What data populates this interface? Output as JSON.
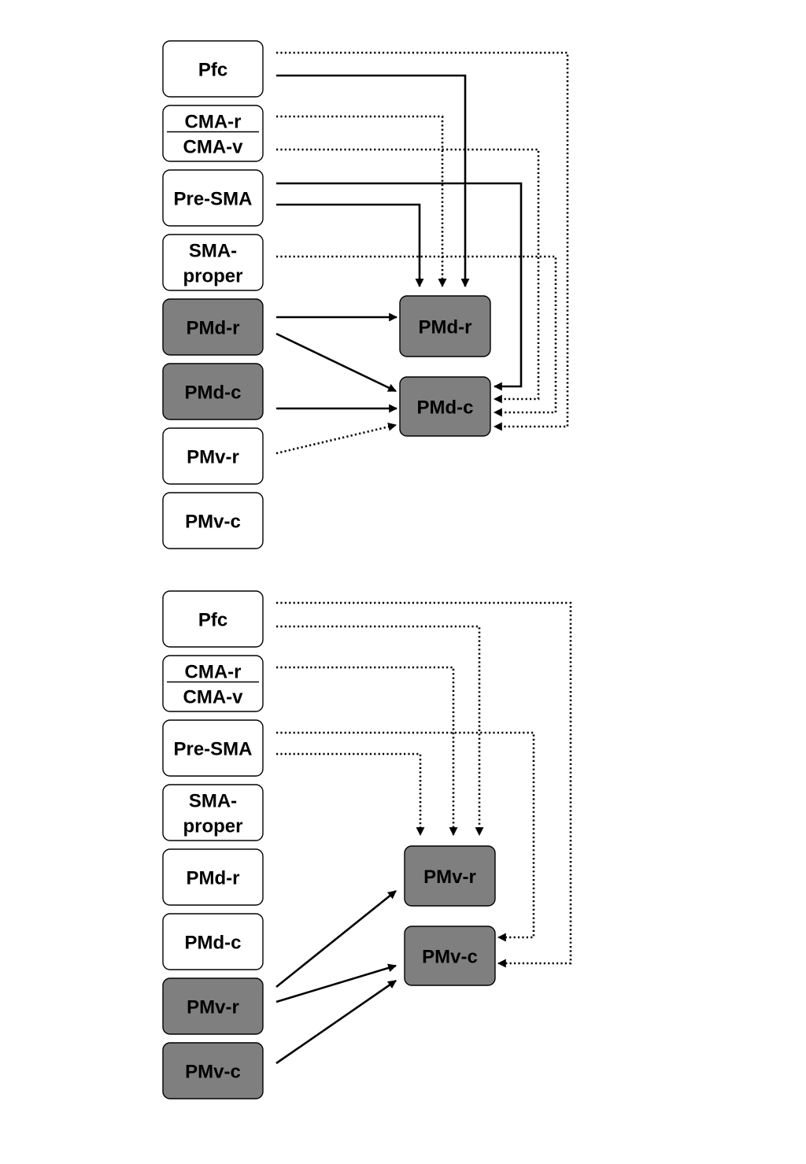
{
  "colors": {
    "highlight_fill": "#7f7f7f",
    "plain_fill": "#ffffff",
    "stroke": "#000000"
  },
  "panels": [
    {
      "id": "top",
      "sources": [
        {
          "label": "Pfc",
          "highlighted": false
        },
        {
          "label": "CMA-r",
          "label2": "CMA-v",
          "highlighted": false
        },
        {
          "label": "Pre-SMA",
          "highlighted": false
        },
        {
          "label": "SMA-",
          "label2": "proper",
          "highlighted": false
        },
        {
          "label": "PMd-r",
          "highlighted": true
        },
        {
          "label": "PMd-c",
          "highlighted": true
        },
        {
          "label": "PMv-r",
          "highlighted": false
        },
        {
          "label": "PMv-c",
          "highlighted": false
        }
      ],
      "targets": [
        {
          "label": "PMd-r",
          "highlighted": true
        },
        {
          "label": "PMd-c",
          "highlighted": true
        }
      ],
      "connections": [
        {
          "from": "Pfc",
          "to": "PMd-r",
          "style": "solid"
        },
        {
          "from": "Pfc",
          "to": "PMd-c",
          "style": "dotted"
        },
        {
          "from": "CMA-r",
          "to": "PMd-r",
          "style": "dotted"
        },
        {
          "from": "CMA-v",
          "to": "PMd-c",
          "style": "dotted"
        },
        {
          "from": "Pre-SMA",
          "to": "PMd-r",
          "style": "solid"
        },
        {
          "from": "Pre-SMA",
          "to": "PMd-c",
          "style": "solid"
        },
        {
          "from": "SMA-proper",
          "to": "PMd-c",
          "style": "dotted"
        },
        {
          "from": "PMd-r",
          "to": "PMd-r",
          "style": "solid"
        },
        {
          "from": "PMd-r",
          "to": "PMd-c",
          "style": "solid"
        },
        {
          "from": "PMd-c",
          "to": "PMd-c",
          "style": "solid"
        },
        {
          "from": "PMv-r",
          "to": "PMd-c",
          "style": "dotted"
        }
      ]
    },
    {
      "id": "bottom",
      "sources": [
        {
          "label": "Pfc",
          "highlighted": false
        },
        {
          "label": "CMA-r",
          "label2": "CMA-v",
          "highlighted": false
        },
        {
          "label": "Pre-SMA",
          "highlighted": false
        },
        {
          "label": "SMA-",
          "label2": "proper",
          "highlighted": false
        },
        {
          "label": "PMd-r",
          "highlighted": false
        },
        {
          "label": "PMd-c",
          "highlighted": false
        },
        {
          "label": "PMv-r",
          "highlighted": true
        },
        {
          "label": "PMv-c",
          "highlighted": true
        }
      ],
      "targets": [
        {
          "label": "PMv-r",
          "highlighted": true
        },
        {
          "label": "PMv-c",
          "highlighted": true
        }
      ],
      "connections": [
        {
          "from": "Pfc",
          "to": "PMv-r",
          "style": "dotted"
        },
        {
          "from": "Pfc",
          "to": "PMv-c",
          "style": "dotted"
        },
        {
          "from": "CMA-r",
          "to": "PMv-r",
          "style": "dotted"
        },
        {
          "from": "Pre-SMA",
          "to": "PMv-r",
          "style": "dotted"
        },
        {
          "from": "Pre-SMA",
          "to": "PMv-c",
          "style": "dotted"
        },
        {
          "from": "PMd-c",
          "to": "PMv-r",
          "style": "solid"
        },
        {
          "from": "PMv-r",
          "to": "PMv-c",
          "style": "solid"
        },
        {
          "from": "PMv-c",
          "to": "PMv-c",
          "style": "solid"
        }
      ]
    }
  ]
}
